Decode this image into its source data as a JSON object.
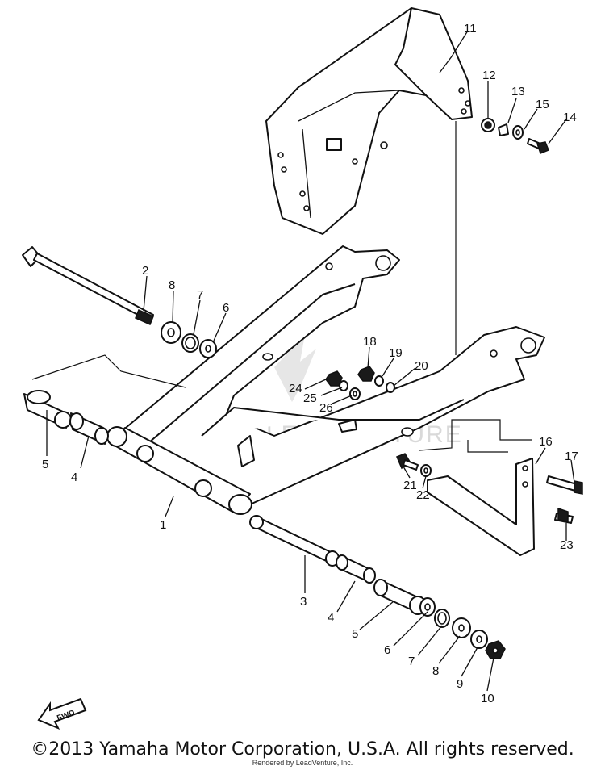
{
  "diagram": {
    "callouts": [
      {
        "label": "11"
      },
      {
        "label": "12"
      },
      {
        "label": "13"
      },
      {
        "label": "15"
      },
      {
        "label": "14"
      },
      {
        "label": "2"
      },
      {
        "label": "8"
      },
      {
        "label": "7"
      },
      {
        "label": "6"
      },
      {
        "label": "18"
      },
      {
        "label": "19"
      },
      {
        "label": "20"
      },
      {
        "label": "24"
      },
      {
        "label": "25"
      },
      {
        "label": "26"
      },
      {
        "label": "5"
      },
      {
        "label": "4"
      },
      {
        "label": "16"
      },
      {
        "label": "17"
      },
      {
        "label": "21"
      },
      {
        "label": "22"
      },
      {
        "label": "23"
      },
      {
        "label": "1"
      },
      {
        "label": "3"
      },
      {
        "label": "4"
      },
      {
        "label": "5"
      },
      {
        "label": "6"
      },
      {
        "label": "7"
      },
      {
        "label": "8"
      },
      {
        "label": "9"
      },
      {
        "label": "10"
      }
    ],
    "fwd_label": "FWD",
    "watermark": "LEADVENTURE"
  },
  "footer": {
    "copyright": "©2013 Yamaha Motor Corporation, U.S.A. All rights reserved.",
    "rendered_by": "Rendered by LeadVenture, Inc."
  }
}
